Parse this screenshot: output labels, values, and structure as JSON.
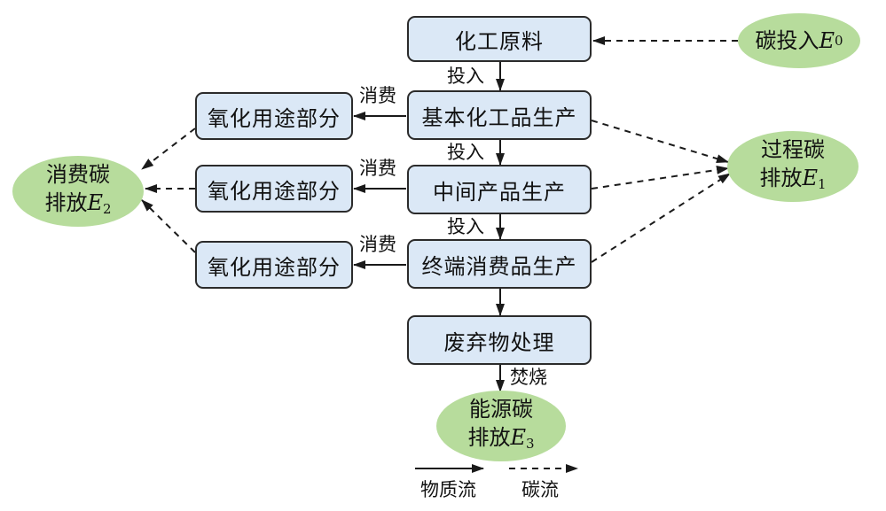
{
  "nodes": {
    "raw": "化工原料",
    "basic": "基本化工品生产",
    "intermediate": "中间产品生产",
    "terminal": "终端消费品生产",
    "waste": "废弃物处理",
    "oxid1": "氧化用途部分",
    "oxid2": "氧化用途部分",
    "oxid3": "氧化用途部分"
  },
  "ellipses": {
    "e0": {
      "text": "碳投入",
      "var": "E",
      "sub": "0"
    },
    "e1": {
      "line1": "过程碳",
      "line2": "排放",
      "var": "E",
      "sub": "1"
    },
    "e2": {
      "line1": "消费碳",
      "line2": "排放",
      "var": "E",
      "sub": "2"
    },
    "e3": {
      "line1": "能源碳",
      "line2": "排放",
      "var": "E",
      "sub": "3"
    }
  },
  "edge_labels": {
    "input1": "投入",
    "input2": "投入",
    "input3": "投入",
    "consume1": "消费",
    "consume2": "消费",
    "consume3": "消费",
    "incinerate": "焚烧"
  },
  "legend": {
    "material_flow": "物质流",
    "carbon_flow": "碳流"
  },
  "colors": {
    "process_box": "#dbe8f6",
    "emission_ellipse": "#b7dc9c",
    "line": "#1a1a1a"
  }
}
